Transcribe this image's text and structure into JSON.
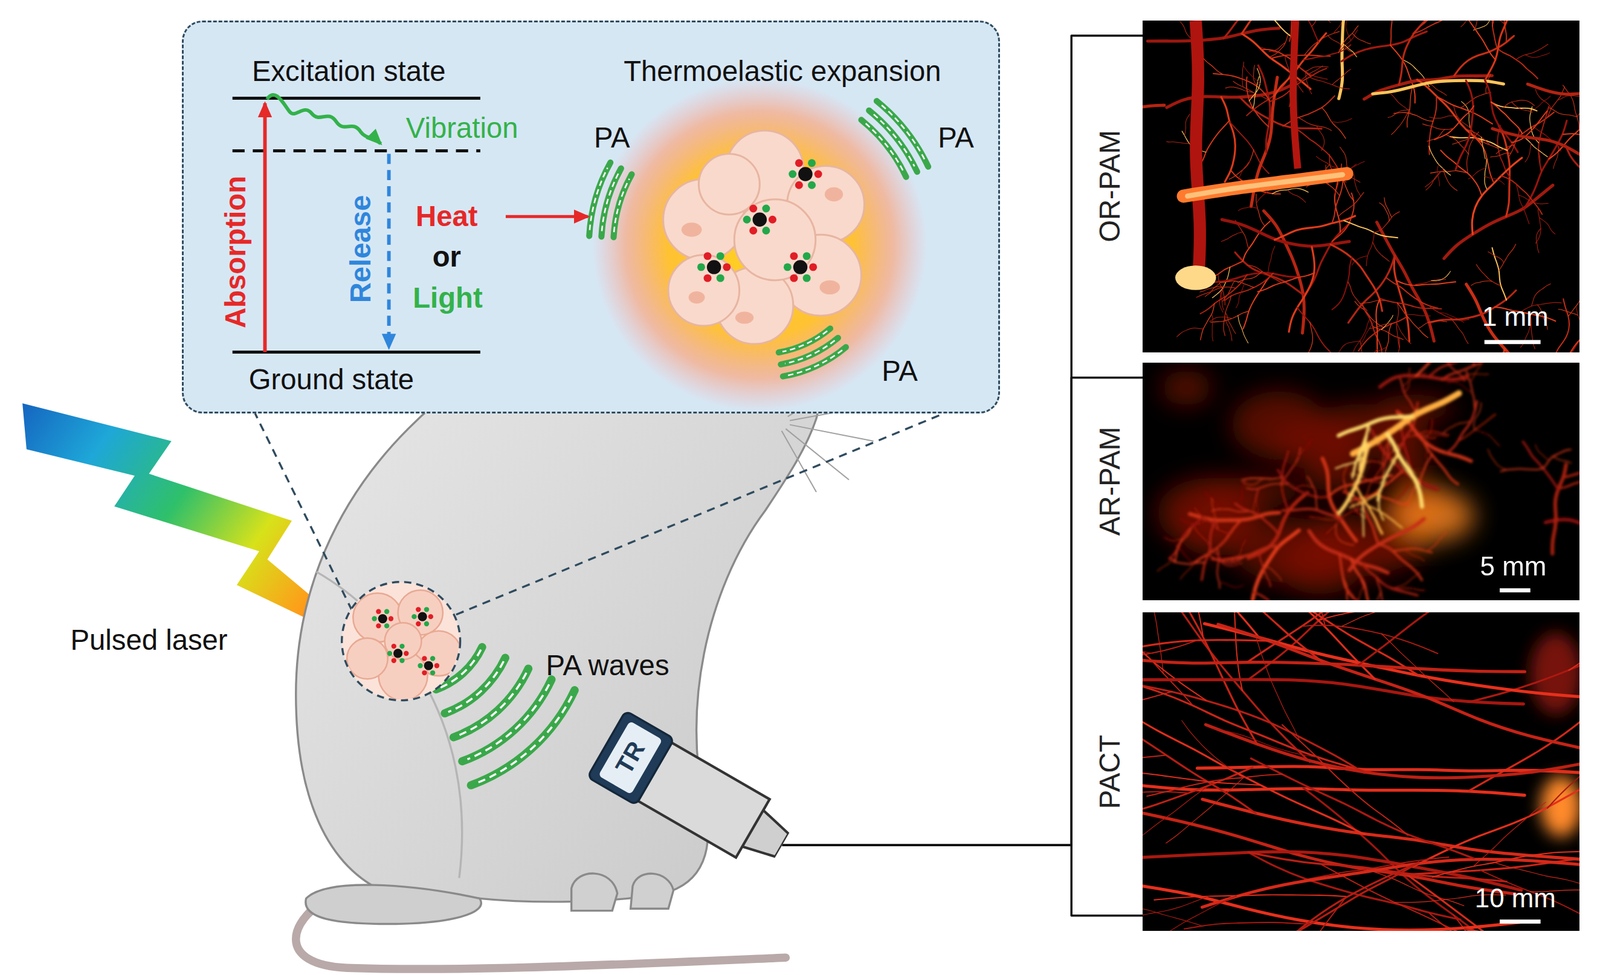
{
  "diagram": {
    "nodes": [
      {
        "text": [
          "Excitation state",
          "Vibration",
          "Absorption",
          "Release",
          "Heat",
          "or",
          "Light",
          "Ground state",
          "Thermoelastic expansion",
          "PA",
          "PA",
          "PA"
        ]
      },
      {
        "text": [
          "OR-PAM",
          "1 mm"
        ]
      },
      {
        "text": [
          "AR-PAM",
          "5 mm"
        ]
      },
      {
        "text": [
          "PACT",
          "10 mm"
        ]
      },
      {
        "text": [
          "TR"
        ]
      }
    ],
    "edges": [
      {
        "from": 4,
        "to": 1,
        "arrow": "none"
      },
      {
        "from": 4,
        "to": 2,
        "arrow": "none"
      },
      {
        "from": 4,
        "to": 3,
        "arrow": "none"
      }
    ],
    "labels": [
      "Pulsed laser",
      "PA waves"
    ]
  }
}
